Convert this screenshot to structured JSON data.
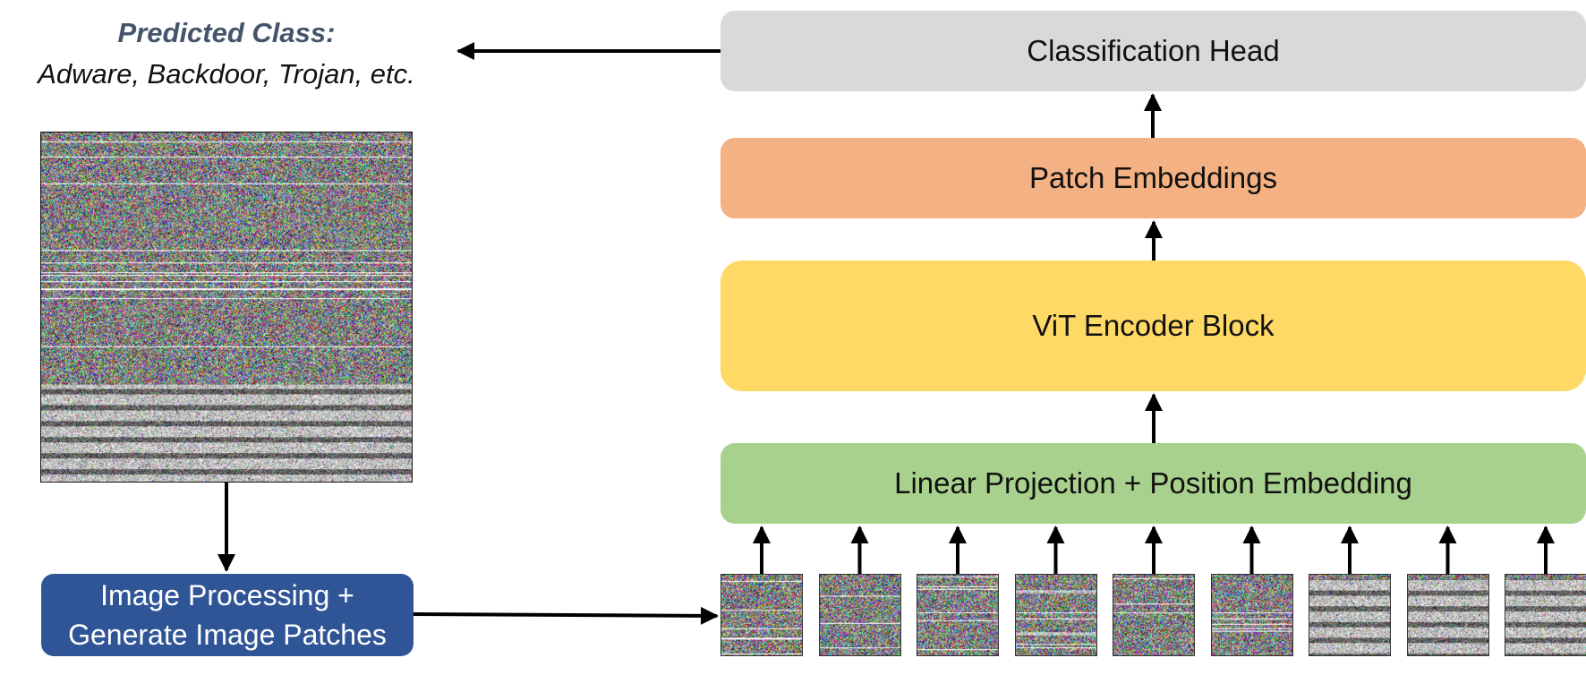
{
  "prediction": {
    "title": "Predicted Class:",
    "classes": "Adware, Backdoor, Trojan, etc."
  },
  "blocks": {
    "head": "Classification Head",
    "patch": "Patch Embeddings",
    "vit": "ViT Encoder Block",
    "linear": "Linear Projection + Position Embedding"
  },
  "processing": {
    "line1": "Image Processing +",
    "line2": "Generate Image Patches"
  },
  "colors": {
    "head": "#d9d9d9",
    "patch": "#f4b183",
    "vit": "#ffd966",
    "linear": "#a9d18e",
    "processing": "#2f5597",
    "prediction_title": "#44546a"
  },
  "input_image": {
    "icon": "malware-image-noise"
  },
  "patches": {
    "count": 9,
    "icon": "image-patch-noise"
  }
}
